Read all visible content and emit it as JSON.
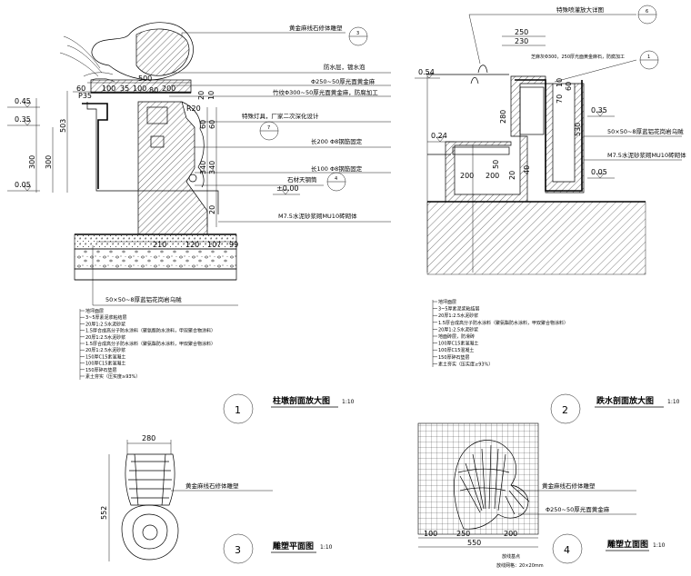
{
  "detail1": {
    "title": "柱墩剖面放大图",
    "scale": "1:10",
    "number": "1",
    "callouts": {
      "sculpture": "黄金麻线石修体雕塑",
      "waterproof": "防水层，镀水泡",
      "cap": "Φ250~50厚光面黄金麻",
      "panel": "竹纹Φ300~50厚光面黄金麻，防腐加工",
      "lamp": "特殊灯具，厂家二次深化设计",
      "rebar1": "长200 Φ8钢筋固定",
      "rebar2": "长100 Φ8钢筋固定",
      "stone": "石材天钢筒",
      "masonry": "M7.5水泥砂浆砌MU10砖砌体",
      "base": "50×50~8厚蓝铝花岗岩乌贼"
    },
    "bubbles": {
      "b3": "3",
      "b7": "7",
      "b4": "4"
    },
    "dims": {
      "top": "500",
      "d60": "60",
      "d100a": "100",
      "d35": "35",
      "d100b": "100",
      "d200": "200",
      "r20": "R20",
      "p35": "P35",
      "d80": "80",
      "d20a": "20",
      "d10a": "10",
      "d60b": "60",
      "d60c": "60",
      "d340a": "340",
      "d340b": "340",
      "d20b": "20",
      "d503": "503",
      "d300a": "300",
      "d300b": "300",
      "d210": "210",
      "d120": "120",
      "d107": "107",
      "d99": "99"
    },
    "levels": {
      "l045": "0.45",
      "l035": "0.35",
      "l005": "0.05",
      "l000": "±0.00"
    },
    "legend": [
      "地坪面层",
      "3~5厚素泥浆粘结层",
      "20厚1:2.5水泥砂浆",
      "1.5厚合成高分子防水涂料（聚氨酯防水涂料，甲双聚合物涂料）",
      "20厚1:2.5水泥砂浆",
      "1.5厚合成高分子防水涂料（聚氨酯防水涂料，甲双聚合物涂料）",
      "20厚1:2.5水泥砂浆",
      "150厚C15素混凝土",
      "100厚C15素混凝土",
      "150厚碎石垫层",
      "素土夯实（压实度≥93%）"
    ]
  },
  "detail2": {
    "title": "跌水剖面放大图",
    "scale": "1:10",
    "number": "2",
    "callouts": {
      "nozzle": "特殊喷灌放大详图",
      "stone": "芝麻灰Φ300，250厚光面黄金麻石，防腐加工",
      "finish": "50×50~8厚蓝铝花岗岩乌贼",
      "masonry": "M7.5水泥砂浆砌MU10砖砌体"
    },
    "bubbles": {
      "b6": "6",
      "b1": "1"
    },
    "dims": {
      "d250": "250",
      "d230": "230",
      "d10": "10",
      "d70": "70",
      "d60": "60",
      "d280": "280",
      "d530": "530",
      "d200a": "200",
      "d200b": "200",
      "d50": "50",
      "d40": "40",
      "d20": "20"
    },
    "levels": {
      "l054": "0.54",
      "l035": "0.35",
      "l024": "0.24",
      "l005": "0.05"
    },
    "legend": [
      "地坪面层",
      "3~5厚素泥浆粘结层",
      "20厚1:2.5水泥砂浆",
      "1.5厚合成高分子防水涂料（聚氨酯防水涂料，甲双聚合物涂料）",
      "20厚1:2.5水泥砂浆",
      "地面砖层，防滑砖",
      "100厚C15素混凝土",
      "100厚C15混凝土",
      "150厚碎石垫层",
      "素土夯实（压实度≥93%）"
    ]
  },
  "detail3": {
    "title": "雕塑平面图",
    "scale": "1:10",
    "number": "3",
    "callout": "黄金麻线石修体雕塑",
    "dims": {
      "w": "280",
      "h": "552"
    }
  },
  "detail4": {
    "title": "雕塑立面图",
    "scale": "1:10",
    "number": "4",
    "callout1": "黄金麻线石修体雕塑",
    "callout2": "Φ250~50厚光面黄金麻",
    "dims": {
      "d100": "100",
      "d250": "250",
      "d200": "200",
      "d550": "550"
    },
    "note1": "放线基点",
    "note2": "放线网格：20×20mm"
  }
}
